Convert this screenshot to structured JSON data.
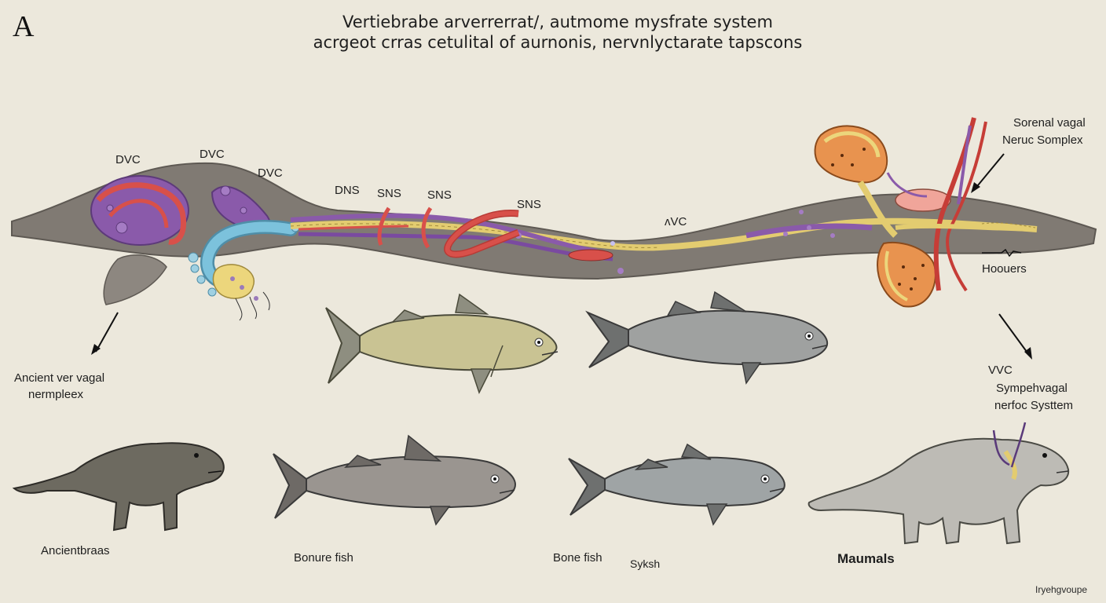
{
  "panel_letter": "A",
  "title": {
    "line1": "Vertiebrabe arverrerrat/, autmome mysfrate system",
    "line2": "acrgeot crras cetulital of aurnonis, nervnlyctarate tapscons"
  },
  "diagram_labels": {
    "dvc_1": "DVC",
    "dvc_2": "DVC",
    "dvc_3": "DVC",
    "dns": "DNS",
    "sns_1": "SNS",
    "sns_2": "SNS",
    "sns_3": "SNS",
    "vvc_mid": "ʌVC",
    "sorenal_1": "Sorenal vagal",
    "sorenal_2": "Neruc Somplex",
    "hoouers": "Hoouers"
  },
  "side_labels": {
    "ancient_vagal_1": "Ancient ver vagal",
    "ancient_vagal_2": "nermpleex",
    "vvc_right_1": "VVC",
    "vvc_right_2": "Sympehvagal",
    "vvc_right_3": "nerfoc Systtem"
  },
  "animal_labels": {
    "ancientbraas": "Ancientbraas",
    "bondre_fish": "Bonure fish",
    "bone_fish": "Bone fish",
    "syksh": "Syksh",
    "maumals": "Maumals"
  },
  "signature": "Iryehgvoupe",
  "colors": {
    "background": "#ece8dc",
    "body_gray": "#807a73",
    "purple": "#8a5aaa",
    "red": "#d8504a",
    "blue": "#7cc2dc",
    "yellow": "#ecd67c",
    "orange": "#e8934f"
  }
}
